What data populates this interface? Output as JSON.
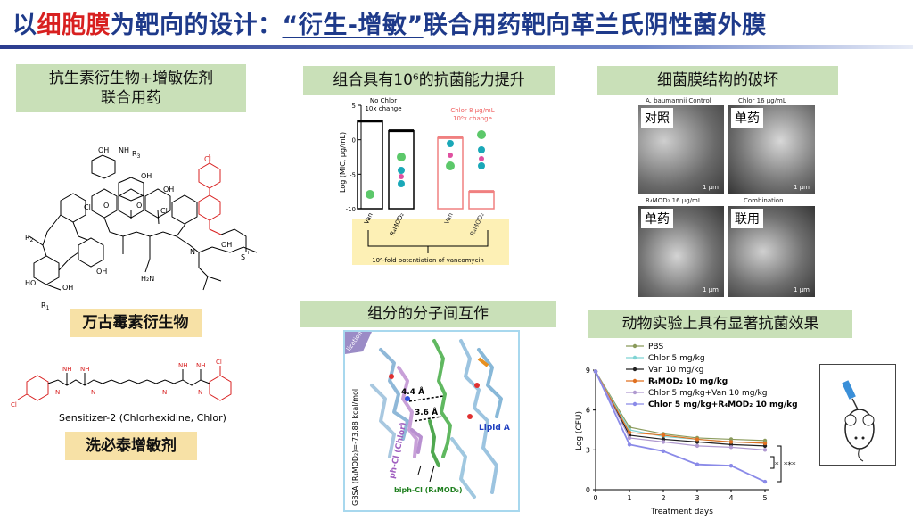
{
  "title": {
    "part1": "以",
    "part2": "细胞膜",
    "part3": "为靶向的设计：",
    "part4": "“衍生-增敏”",
    "part5": "联合用药靶向革兰氏阴性菌外膜"
  },
  "left": {
    "header_line1": "抗生素衍生物+增敏佐剂",
    "header_line2": "联合用药",
    "vanc_label": "万古霉素衍生物",
    "sensitizer_name": "Sensitizer-2 (Chlorhexidine, Chlor)",
    "sensitizer_label": "洗必泰增敏剂",
    "chem": {
      "r1": "R",
      "r1_sub": "1",
      "r2": "R",
      "r2_sub": "2",
      "r3": "R",
      "r3_sub": "3",
      "cl": "Cl",
      "oh": "OH",
      "ho": "HO",
      "nh": "NH",
      "nh2": "NH",
      "o": "O",
      "n": "N",
      "h": "H",
      "hn": "HN",
      "h2n": "H₂N",
      "s": "S",
      "plus": "+"
    }
  },
  "mic": {
    "header": "组合具有10⁶的抗菌能力提升",
    "no_chlor_line1": "No Chlor",
    "no_chlor_line2": "10x change",
    "chlor_line1": "Chlor 8 μg/mL",
    "chlor_line2": "10⁶x change",
    "ylabel": "Log (MIC, μg/mL)",
    "yticks": [
      "5",
      "0",
      "-5",
      "-10"
    ],
    "xlabels": [
      "Van",
      "R₄MOD₂",
      "Van",
      "R₄MOD₂"
    ],
    "footnote": "10⁶-fold potentiation of vancomycin",
    "chart_data": {
      "type": "bar",
      "categories": [
        "Van",
        "R4MOD2",
        "Van",
        "R4MOD2"
      ],
      "groups": [
        "No Chlor",
        "No Chlor",
        "Chlor 8 μg/mL",
        "Chlor 8 μg/mL"
      ],
      "values": [
        2.7,
        1.3,
        0.3,
        -7.5
      ],
      "ylim": [
        -10,
        5
      ],
      "ylabel": "Log (MIC, μg/mL)",
      "colors": [
        "#000000",
        "#000000",
        "#f08080",
        "#f08080"
      ]
    }
  },
  "membrane": {
    "header": "细菌膜结构的破坏",
    "cap1": "A. baumannii Control",
    "cap2": "Chlor 16 μg/mL",
    "cap3": "R₄MOD₂ 16 μg/mL",
    "cap4": "Combination",
    "label1": "对照",
    "label2": "单药",
    "label3": "单药",
    "label4": "联用",
    "scale": "1 μm"
  },
  "interaction": {
    "header": "组分的分子间互作",
    "gbsa": "GBSA (R₄MOD₂)=-73.88 kcal/mol",
    "ph_cl": "ph-Cl (Chlor)",
    "biph_cl": "biph-Cl (R₄MOD₂)",
    "lipid_a": "Lipid A",
    "dist1": "4.4 Å",
    "dist2": "3.6 Å",
    "corner": "lization"
  },
  "animal": {
    "header": "动物实验上具有显著抗菌效果",
    "ylabel": "Log (CFU)",
    "xlabel": "Treatment days",
    "xticks": [
      "0",
      "1",
      "2",
      "3",
      "4",
      "5"
    ],
    "yticks": [
      "0",
      "3",
      "6",
      "9"
    ],
    "legend": [
      "PBS",
      "Chlor 5 mg/kg",
      "Van 10 mg/kg",
      "R₄MOD₂ 10 mg/kg",
      "Chlor 5 mg/kg+Van 10 mg/kg",
      "Chlor 5 mg/kg+R₄MOD₂ 10 mg/kg"
    ],
    "sig1": "*",
    "sig2": "***",
    "chart_data": {
      "type": "line",
      "x": [
        0,
        1,
        2,
        3,
        4,
        5
      ],
      "ylim": [
        0,
        9
      ],
      "xlabel": "Treatment days",
      "ylabel": "Log (CFU)",
      "series": [
        {
          "name": "PBS",
          "values": [
            8.9,
            4.7,
            4.2,
            3.9,
            3.8,
            3.7
          ],
          "color": "#8a9a5b"
        },
        {
          "name": "Chlor 5 mg/kg",
          "values": [
            8.9,
            4.5,
            4.0,
            3.8,
            3.6,
            3.5
          ],
          "color": "#7fd4d4"
        },
        {
          "name": "Van 10 mg/kg",
          "values": [
            8.9,
            4.1,
            3.8,
            3.6,
            3.4,
            3.3
          ],
          "color": "#222222"
        },
        {
          "name": "R4MOD2 10 mg/kg",
          "values": [
            8.9,
            4.3,
            4.1,
            3.8,
            3.6,
            3.5
          ],
          "color": "#e07020"
        },
        {
          "name": "Chlor 5 mg/kg+Van 10 mg/kg",
          "values": [
            8.9,
            3.9,
            3.6,
            3.3,
            3.2,
            3.0
          ],
          "color": "#b09ad0"
        },
        {
          "name": "Chlor 5 mg/kg+R4MOD2 10 mg/kg",
          "values": [
            8.9,
            3.4,
            2.9,
            1.9,
            1.8,
            0.6
          ],
          "color": "#8a8ae8"
        }
      ]
    }
  }
}
